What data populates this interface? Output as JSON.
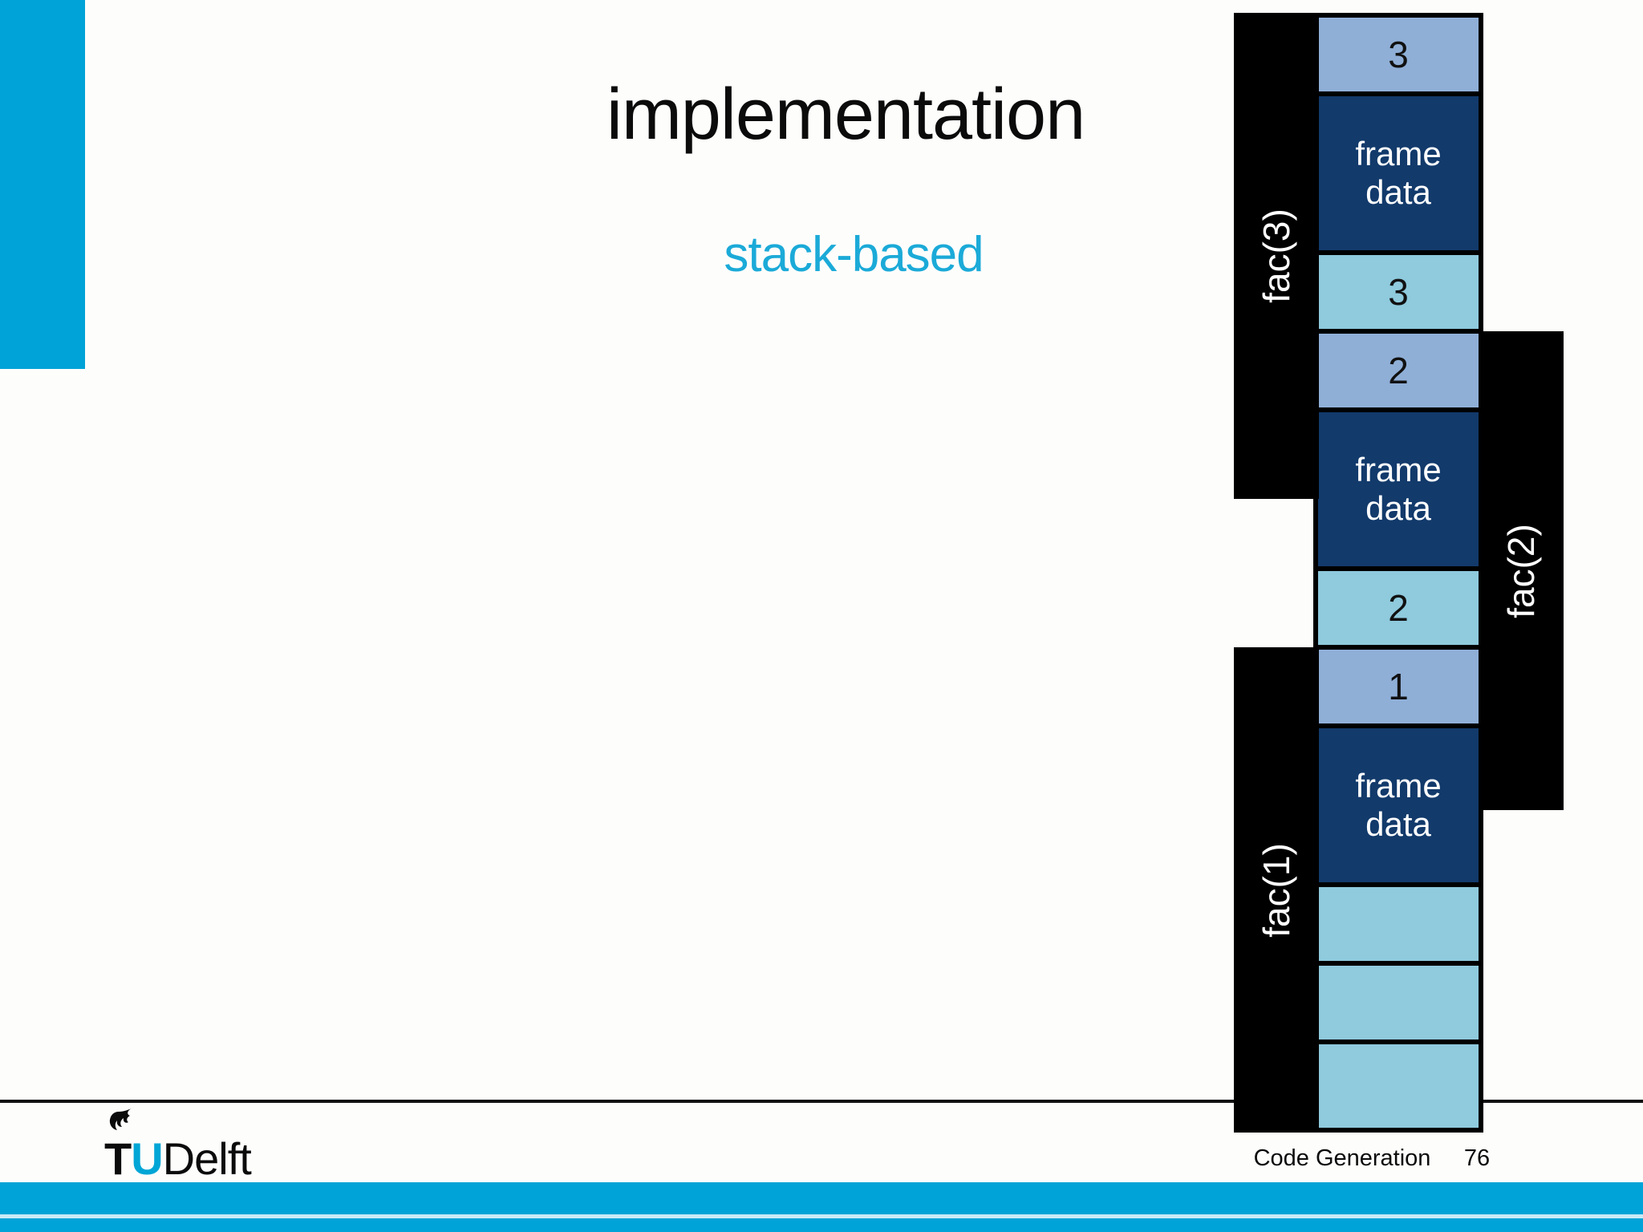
{
  "slide": {
    "title": "implementation",
    "subtitle": "stack-based"
  },
  "stack": {
    "frames": [
      {
        "label": "fac(3)"
      },
      {
        "label": "fac(2)"
      },
      {
        "label": "fac(1)"
      }
    ],
    "cells": [
      {
        "text": "3",
        "kind": "argument"
      },
      {
        "text": "frame data",
        "kind": "frame-data"
      },
      {
        "text": "3",
        "kind": "result"
      },
      {
        "text": "2",
        "kind": "argument"
      },
      {
        "text": "frame data",
        "kind": "frame-data"
      },
      {
        "text": "2",
        "kind": "result"
      },
      {
        "text": "1",
        "kind": "argument"
      },
      {
        "text": "frame data",
        "kind": "frame-data"
      },
      {
        "text": "",
        "kind": "free"
      },
      {
        "text": "",
        "kind": "free"
      },
      {
        "text": "",
        "kind": "free"
      }
    ]
  },
  "logo": {
    "t": "T",
    "u": "U",
    "name": "Delft"
  },
  "footer": {
    "label": "Code Generation",
    "page": "76"
  },
  "colors": {
    "accent_cyan": "#00A3D7",
    "subtitle_cyan": "#1BAAD8",
    "cell_argument_blue": "#8FAFD7",
    "cell_frame_data_navy": "#123A6B",
    "cell_result_cyan": "#8FCADD",
    "bar_black": "#000000",
    "stripe_light": "#C8EAF5"
  }
}
